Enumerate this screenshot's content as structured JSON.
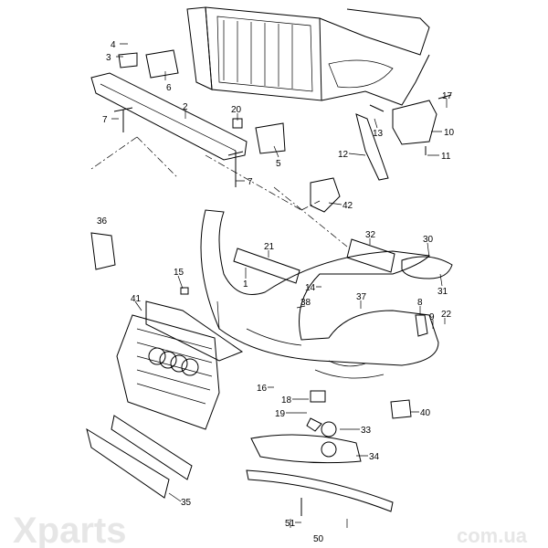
{
  "diagram": {
    "title": "Front bumper parts diagram",
    "watermark": {
      "brand": "Xparts",
      "domain": "com.ua"
    },
    "callouts": [
      "4",
      "3",
      "6",
      "2",
      "7",
      "20",
      "5",
      "7",
      "13",
      "17",
      "10",
      "11",
      "12",
      "42",
      "36",
      "21",
      "32",
      "30",
      "31",
      "15",
      "14",
      "1",
      "38",
      "37",
      "8",
      "9",
      "22",
      "41",
      "16",
      "18",
      "19",
      "33",
      "34",
      "40",
      "35",
      "51",
      "50"
    ]
  }
}
